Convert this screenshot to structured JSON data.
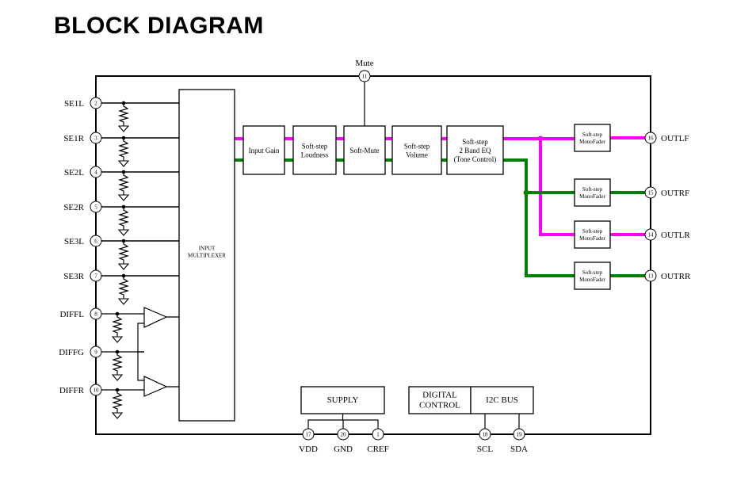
{
  "title": "BLOCK DIAGRAM",
  "colors": {
    "left_path": "#ff00ff",
    "right_path": "#008000",
    "line": "#000000"
  },
  "mute": {
    "label": "Mute",
    "pin": "11"
  },
  "inputs": [
    {
      "label": "SE1L",
      "pin": "2"
    },
    {
      "label": "SE1R",
      "pin": "3"
    },
    {
      "label": "SE2L",
      "pin": "4"
    },
    {
      "label": "SE2R",
      "pin": "5"
    },
    {
      "label": "SE3L",
      "pin": "6"
    },
    {
      "label": "SE3R",
      "pin": "7"
    },
    {
      "label": "DIFFL",
      "pin": "8"
    },
    {
      "label": "DIFFG",
      "pin": "9"
    },
    {
      "label": "DIFFR",
      "pin": "10"
    }
  ],
  "blocks": {
    "mux": [
      "INPUT",
      "MULTIPLEXER"
    ],
    "gain": [
      "Input Gain"
    ],
    "loudness": [
      "Soft-step",
      "Loudness"
    ],
    "mute": [
      "Soft-Mute"
    ],
    "volume": [
      "Soft-step",
      "Volume"
    ],
    "eq": [
      "Soft-step",
      "2 Band EQ",
      "(Tone Control)"
    ],
    "supply": [
      "SUPPLY"
    ],
    "digital": [
      "DIGITAL",
      "CONTROL"
    ],
    "i2c": [
      "I2C BUS"
    ]
  },
  "faders": [
    {
      "line1": "Soft-step",
      "line2": "MonoFader",
      "pin": "16",
      "label": "OUTLF"
    },
    {
      "line1": "Soft-step",
      "line2": "MonoFader",
      "pin": "15",
      "label": "OUTRF"
    },
    {
      "line1": "Soft-step",
      "line2": "MonoFader",
      "pin": "14",
      "label": "OUTLR"
    },
    {
      "line1": "Soft-step",
      "line2": "MonoFader",
      "pin": "13",
      "label": "OUTRR"
    }
  ],
  "bottom_pins": [
    {
      "label": "VDD",
      "pin": "17"
    },
    {
      "label": "GND",
      "pin": "20"
    },
    {
      "label": "CREF",
      "pin": "1"
    },
    {
      "label": "SCL",
      "pin": "18"
    },
    {
      "label": "SDA",
      "pin": "19"
    }
  ]
}
